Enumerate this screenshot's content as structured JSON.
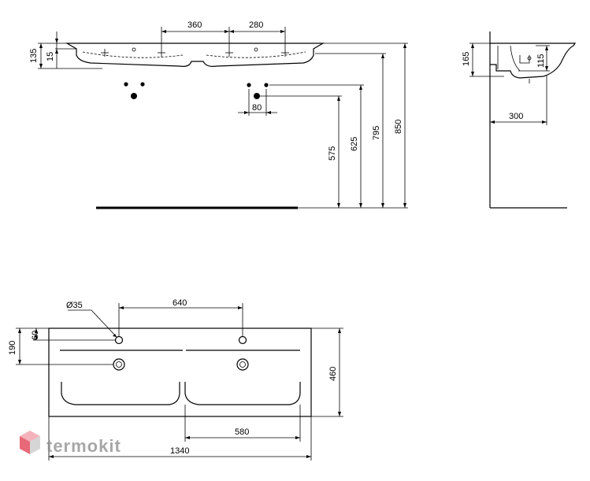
{
  "front_view": {
    "dims": {
      "tap_spacing_left": "360",
      "tap_spacing_right": "280",
      "height_135": "135",
      "height_15": "15",
      "waste_spacing": "80",
      "height_575": "575",
      "height_625": "625",
      "height_795": "795",
      "height_850": "850"
    }
  },
  "side_view": {
    "dims": {
      "height_165": "165",
      "height_115": "115",
      "depth_300": "300"
    }
  },
  "plan_view": {
    "dims": {
      "hole_diameter": "Ø35",
      "tap_center_spacing": "640",
      "offset_60": "60",
      "offset_190": "190",
      "depth_460": "460",
      "bowl_width": "580",
      "total_width": "1340"
    }
  },
  "brand": {
    "name": "termokit",
    "color": "#e0364a"
  }
}
